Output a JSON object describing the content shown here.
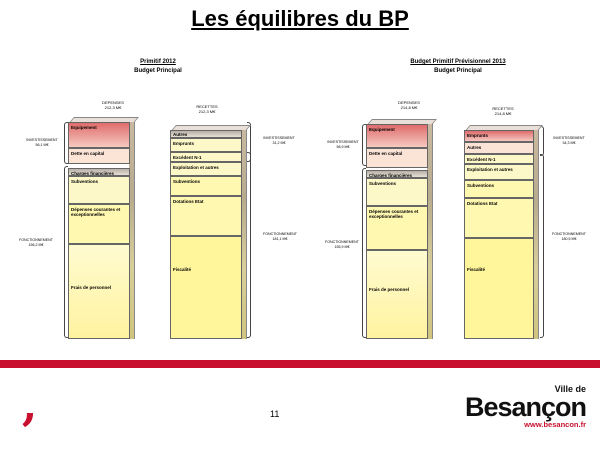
{
  "title": "Les équilibres du BP",
  "page_number": "11",
  "logo": {
    "top": "Ville de",
    "name": "Besançon",
    "url": "www.besancon.fr"
  },
  "left": {
    "title": "Primitif 2012",
    "subtitle": "Budget Principal",
    "depenses": {
      "label": "DEPENSES",
      "value": "212,3 M€"
    },
    "recettes": {
      "label": "RECETTES",
      "value": "212,3 M€"
    },
    "investissement_left": {
      "label": "INVESTISSEMENT",
      "value": "56,1 M€"
    },
    "fonctionnement_left": {
      "label": "FONCTIONNEMENT",
      "value": "156,2 M€"
    },
    "investissement_right": {
      "label": "INVESTISSEMENT",
      "value": "31,2 M€"
    },
    "fonctionnement_right": {
      "label": "FONCTIONNEMENT",
      "value": "181,1 M€"
    },
    "dep_segments": [
      "Equipement",
      "Dette en capital",
      "Charges financières",
      "Subventions",
      "Dépenses courantes et exceptionnelles",
      "Frais de personnel"
    ],
    "rec_segments": [
      "Autres",
      "Emprunts",
      "Excédent N-1",
      "Exploitation et autres",
      "Subventions",
      "Dotations Etat",
      "Fiscalité"
    ]
  },
  "right": {
    "title": "Budget Primitif Prévisionnel 2013",
    "subtitle": "Budget Principal",
    "depenses": {
      "label": "DEPENSES",
      "value": "214,8 M€"
    },
    "recettes": {
      "label": "RECETTES",
      "value": "214,8 M€"
    },
    "investissement_left": {
      "label": "INVESTISSEMENT",
      "value": "58,9 M€"
    },
    "fonctionnement_left": {
      "label": "FONCTIONNEMENT",
      "value": "155,9 M€"
    },
    "investissement_right": {
      "label": "INVESTISSEMENT",
      "value": "34,3 M€"
    },
    "fonctionnement_right": {
      "label": "FONCTIONNEMENT",
      "value": "180,5 M€"
    },
    "dep_segments": [
      "Equipement",
      "Dette en capital",
      "Charges financières",
      "Subventions",
      "Dépenses courantes et exceptionnelles",
      "Frais de personnel"
    ],
    "rec_segments": [
      "Emprunts",
      "Autres",
      "Excédent N-1",
      "Exploitation et autres",
      "Subventions",
      "Dotations Etat",
      "Fiscalité"
    ]
  }
}
